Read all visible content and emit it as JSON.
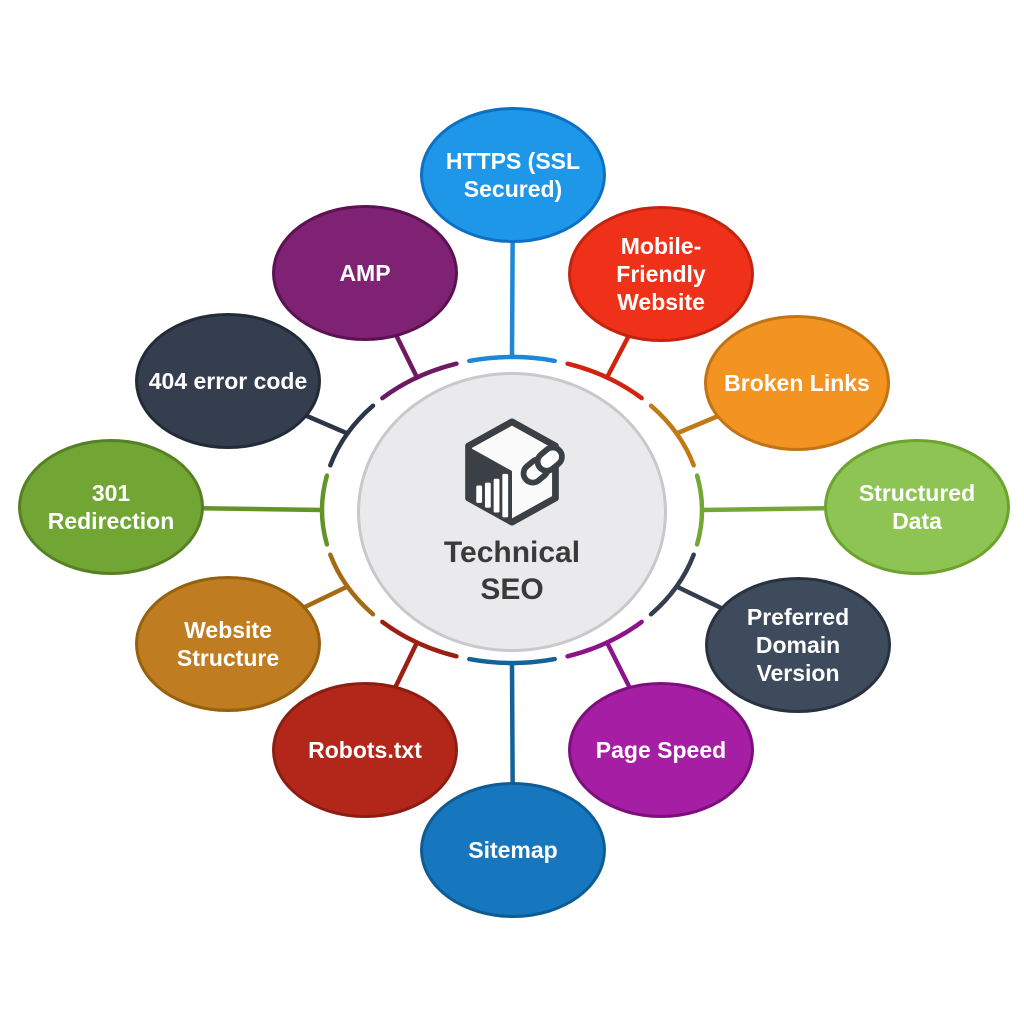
{
  "diagram": {
    "type": "hub-and-spoke",
    "background": "#ffffff"
  },
  "center": {
    "label": "Technical SEO",
    "icon": "seo-cube-link-icon",
    "fill": "#eaeaec",
    "border": "#c9c9cd",
    "text_color": "#3a3a3a",
    "icon_color": "#3b4047",
    "icon_face_fill": "#fafafb"
  },
  "nodes": [
    {
      "id": "https-ssl-secured",
      "label": "HTTPS (SSL Secured)",
      "color": "#1f97e9",
      "border": "#0c70c4",
      "line": "#1e87d6",
      "angle": 90
    },
    {
      "id": "mobile-friendly-website",
      "label": "Mobile-Friendly Website",
      "color": "#ee3118",
      "border": "#c3240f",
      "line": "#d02410",
      "angle": 60
    },
    {
      "id": "broken-links",
      "label": "Broken Links",
      "color": "#f29322",
      "border": "#c17414",
      "line": "#c17a16",
      "angle": 30
    },
    {
      "id": "structured-data",
      "label": "Structured Data",
      "color": "#8dc453",
      "border": "#6ca32e",
      "line": "#74a736",
      "angle": 0
    },
    {
      "id": "preferred-domain-version",
      "label": "Preferred Domain Version",
      "color": "#3e4b5d",
      "border": "#29323f",
      "line": "#333e4e",
      "angle": -30
    },
    {
      "id": "page-speed",
      "label": "Page Speed",
      "color": "#a51ea4",
      "border": "#7d0f7c",
      "line": "#8b1488",
      "angle": -60
    },
    {
      "id": "sitemap",
      "label": "Sitemap",
      "color": "#1777be",
      "border": "#0e5c96",
      "line": "#156299",
      "angle": -90
    },
    {
      "id": "robots-txt",
      "label": "Robots.txt",
      "color": "#b2271a",
      "border": "#8d1d12",
      "line": "#9c1f13",
      "angle": -120
    },
    {
      "id": "website-structure",
      "label": "Website Structure",
      "color": "#bf7c20",
      "border": "#96600f",
      "line": "#a66a14",
      "angle": -150
    },
    {
      "id": "301-redirection",
      "label": "301 Redirection",
      "color": "#71a634",
      "border": "#568021",
      "line": "#639428",
      "angle": 180
    },
    {
      "id": "404-error-code",
      "label": "404 error code",
      "color": "#343e4e",
      "border": "#222b38",
      "line": "#2d3646",
      "angle": 150
    },
    {
      "id": "amp",
      "label": "AMP",
      "color": "#7f2274",
      "border": "#5c1153",
      "line": "#6d1a63",
      "angle": 120
    }
  ]
}
